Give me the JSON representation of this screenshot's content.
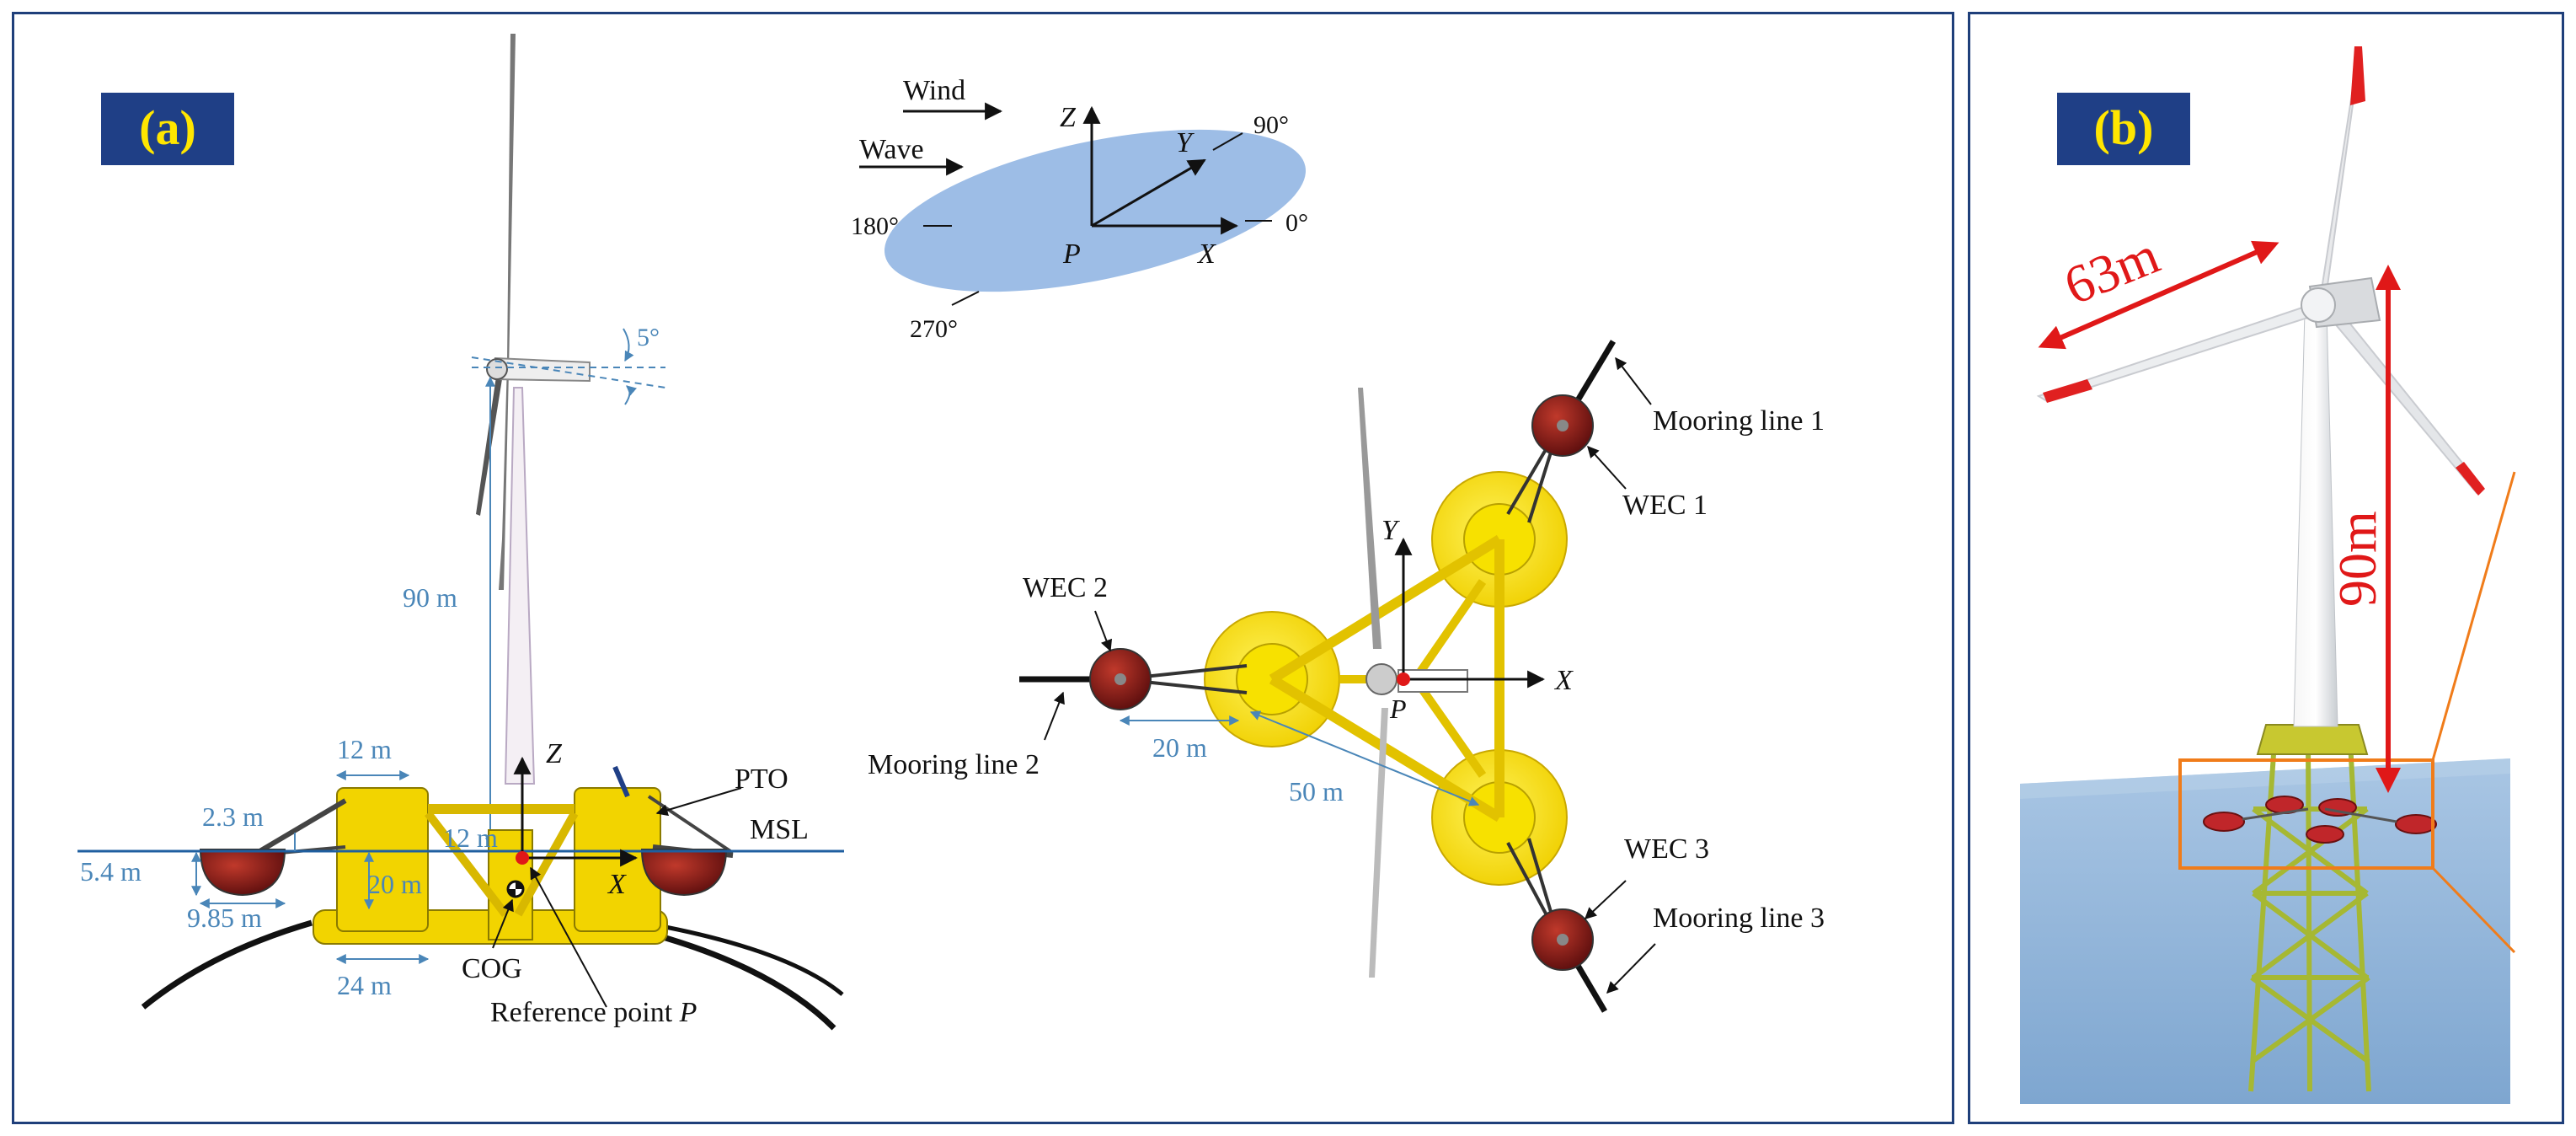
{
  "panel_a": {
    "badge": "(a)",
    "side_view": {
      "tilt_angle": "5°",
      "hub_height": "90 m",
      "column_width": "12 m",
      "wec_height": "2.3 m",
      "wec_draft": "5.4 m",
      "wec_spacing": "9.85 m",
      "freeboard": "12 m",
      "draft": "20 m",
      "base_width": "24 m",
      "pto_label": "PTO",
      "msl_label": "MSL",
      "z_axis": "Z",
      "x_axis": "X",
      "cog_label": "COG",
      "ref_point_label": "Reference point ",
      "ref_point_symbol": "P"
    },
    "direction_legend": {
      "wind": "Wind",
      "wave": "Wave",
      "z_axis": "Z",
      "y_axis": "Y",
      "x_axis": "X",
      "origin": "P",
      "deg_90": "90°",
      "deg_180": "180°",
      "deg_0": "0°",
      "deg_270": "270°"
    },
    "top_view": {
      "mooring_1": "Mooring line 1",
      "mooring_2": "Mooring line 2",
      "mooring_3": "Mooring line 3",
      "wec_1": "WEC 1",
      "wec_2": "WEC 2",
      "wec_3": "WEC 3",
      "y_axis": "Y",
      "x_axis": "X",
      "origin": "P",
      "wec_offset": "20 m",
      "column_spacing": "50 m"
    }
  },
  "panel_b": {
    "badge": "(b)",
    "rotor_radius": "63m",
    "hub_height": "90m"
  },
  "colors": {
    "platform_yellow": "#f2d400",
    "wec_red": "#8b1a1a",
    "dimension_blue": "#4a86b8",
    "badge_bg": "#1f3f86",
    "badge_text": "#ffe600",
    "callout_red": "#e01818",
    "highlight_orange": "#f07c1a",
    "sea_blue": "#8fb3d8",
    "direction_ellipse": "#9dbde6"
  }
}
